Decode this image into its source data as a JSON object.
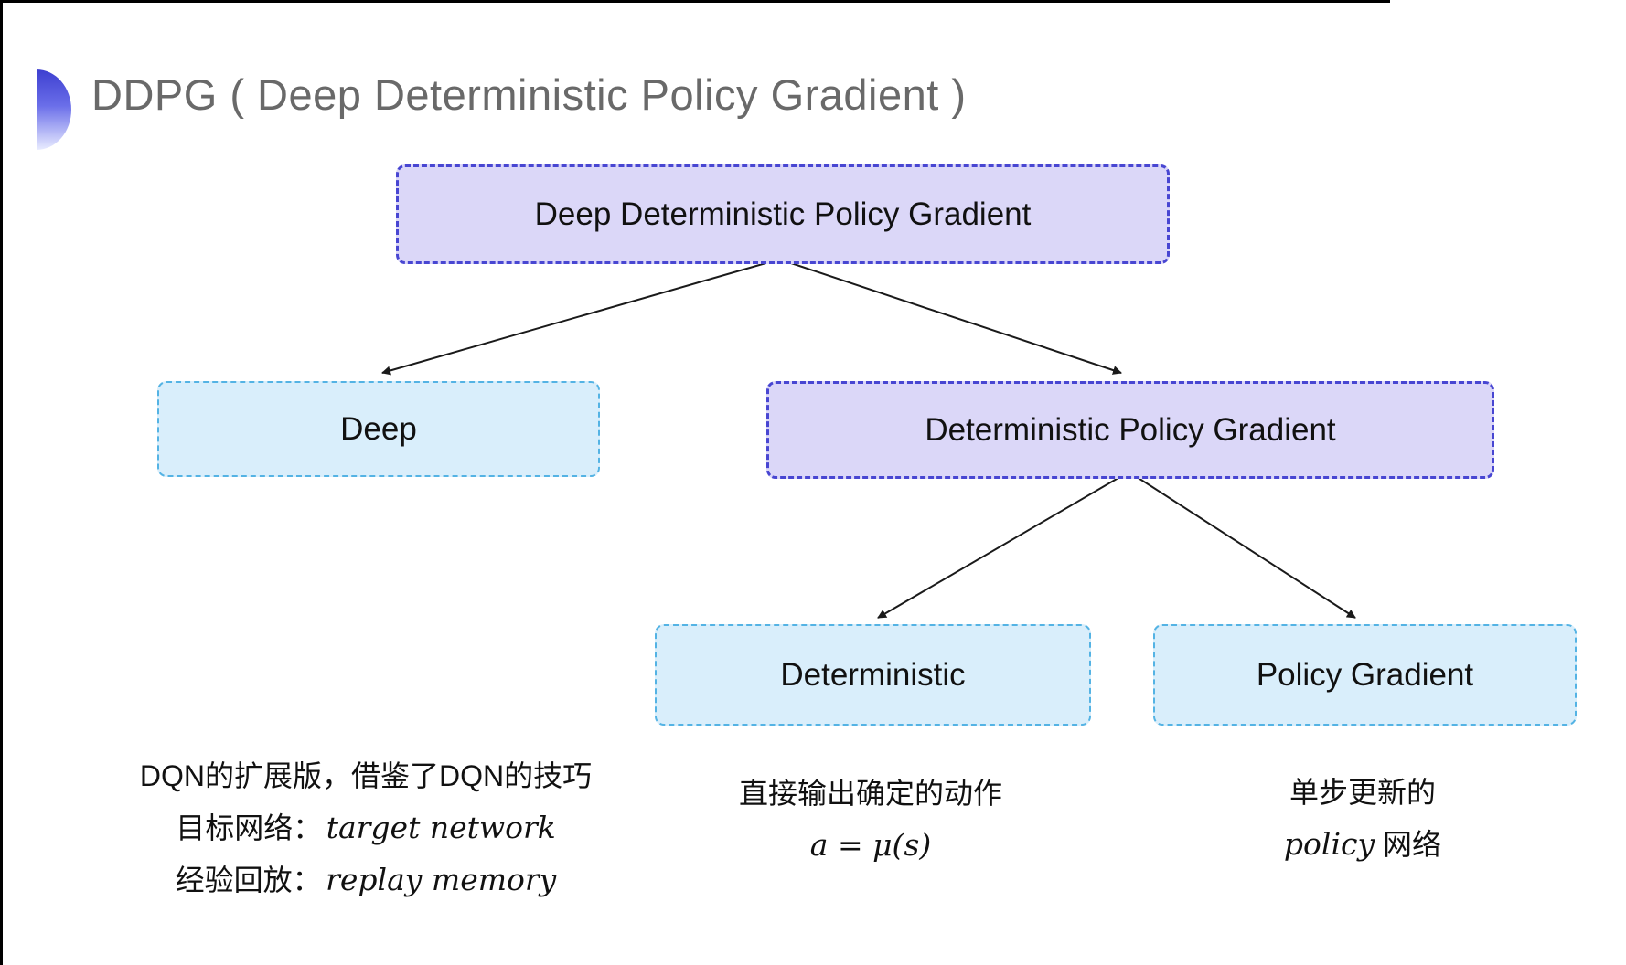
{
  "title": {
    "text": "DDPG ( Deep Deterministic Policy Gradient )",
    "color": "#696969"
  },
  "tree": {
    "root": {
      "label": "Deep Deterministic Policy Gradient",
      "variant": "purple"
    },
    "deep": {
      "label": "Deep",
      "variant": "cyan"
    },
    "dpg": {
      "label": "Deterministic Policy Gradient",
      "variant": "purple"
    },
    "deterministic": {
      "label": "Deterministic",
      "variant": "cyan"
    },
    "policy_gradient": {
      "label": "Policy Gradient",
      "variant": "cyan"
    }
  },
  "notes": {
    "deep": {
      "line1": "DQN的扩展版，借鉴了DQN的技巧",
      "line2_label": "目标网络：",
      "line2_value": "target network",
      "line3_label": "经验回放：",
      "line3_value": "replay memory"
    },
    "deterministic": {
      "line1": "直接输出确定的动作",
      "line2": "a = μ(s)"
    },
    "policy_gradient": {
      "line1": "单步更新的",
      "line2_italic": "policy",
      "line2_rest": " 网络"
    }
  },
  "colors": {
    "purple_fill": "#dbd7f8",
    "purple_border": "#4846d2",
    "cyan_fill": "#d9eefb",
    "cyan_border": "#54b3e4",
    "arrow": "#1a1a1a",
    "title_gray": "#696969"
  }
}
